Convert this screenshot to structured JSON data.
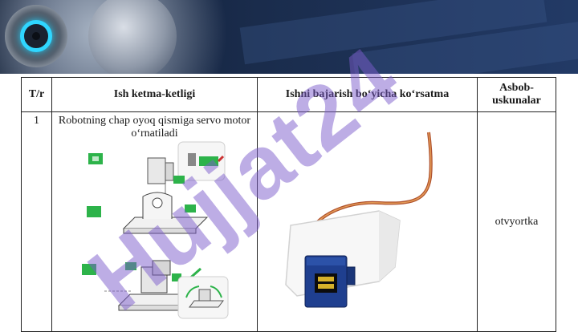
{
  "table": {
    "headers": [
      "T/r",
      "Ish ketma-ketligi",
      "Ishni bajarish bo‘yicha ko‘rsatma",
      "Asbob-uskunalar"
    ],
    "rows": [
      {
        "num": "1",
        "step": "Robotning chap oyoq qismiga servo motor o‘rnatiladi",
        "tool": "otvyortka"
      }
    ]
  },
  "watermark": {
    "text": "Hujjat24",
    "color": "#7b5ccc"
  },
  "colors": {
    "banner": "#1a2c4c",
    "eye_ring": "#2fd6ff",
    "servo_blue": "#1f3f8f",
    "wire": "#b0532f",
    "diagram_green": "#2db34a"
  }
}
